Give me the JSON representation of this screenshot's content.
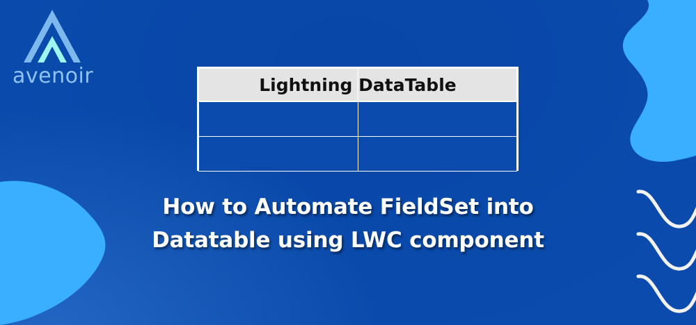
{
  "theme": {
    "background_blue": "#0a4bad",
    "accent_light_blue": "#3aaeff",
    "logo_outer_blue": "#7db8ee",
    "logo_inner_cyan": "#9ef5f0",
    "wordmark_blue": "#8fc3f5",
    "table_header_gray": "#e4e4e4",
    "table_border_white": "#ffffff",
    "text_white": "#ffffff",
    "header_text_black": "#111111"
  },
  "brand": {
    "wordmark": "avenoir",
    "mark_icon": "chevron-a-logo-icon"
  },
  "table": {
    "header_label": "Lightning DataTable",
    "columns": [
      "",
      ""
    ],
    "rows": [
      {
        "cells": [
          "",
          ""
        ]
      },
      {
        "cells": [
          "",
          ""
        ]
      }
    ]
  },
  "headline": {
    "line1": "How to Automate FieldSet into",
    "line2": "Datatable using LWC component"
  },
  "decorations": {
    "top_right_blob": "blob-shape",
    "bottom_left_blob": "teardrop-shape",
    "wave_lines_count": 3,
    "wave_icon": "wave-line-icon"
  }
}
